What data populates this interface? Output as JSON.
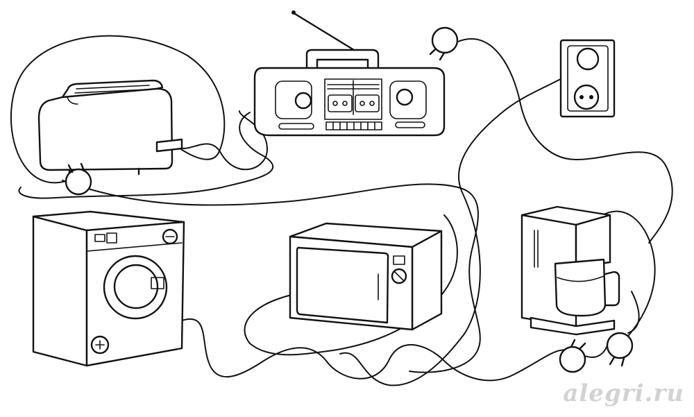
{
  "image": {
    "kind": "coloring-maze-puzzle",
    "objects": [
      "toaster-icon",
      "boombox-icon",
      "wall-socket-icon",
      "washing-machine-icon",
      "microwave-icon",
      "coffee-maker-icon",
      "plug-icon"
    ],
    "plug_count": 4,
    "watermark": "alegri.ru",
    "ink_color": "#111111",
    "background": "#ffffff"
  }
}
